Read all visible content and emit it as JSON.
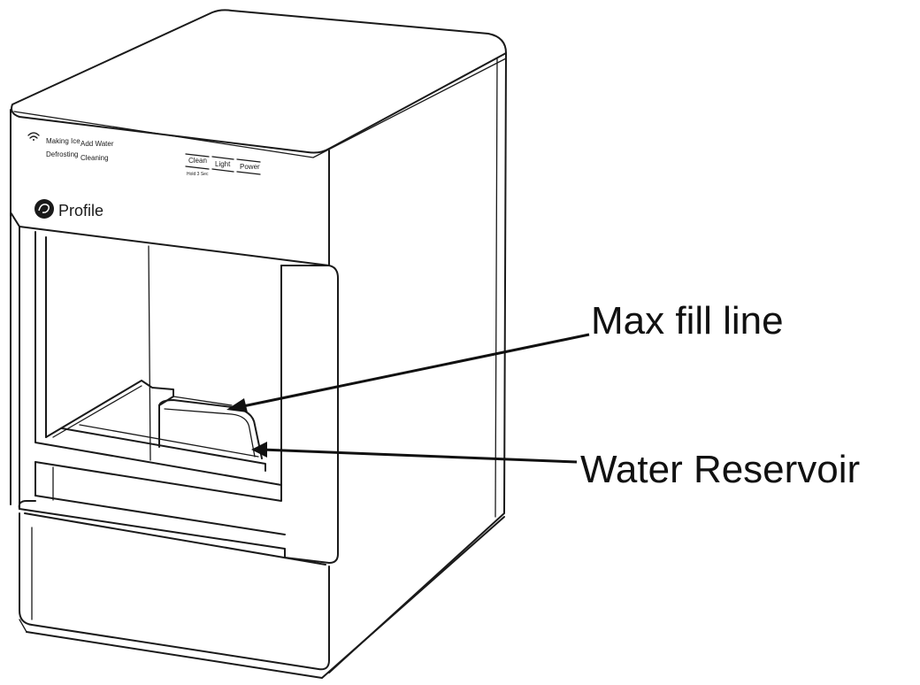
{
  "control_panel": {
    "status_labels": {
      "making_ice": "Making Ice",
      "add_water": "Add Water",
      "defrosting": "Defrosting",
      "cleaning": "Cleaning"
    },
    "buttons": {
      "clean": "Clean",
      "clean_sub": "Hold 3 Sec",
      "light": "Light",
      "power": "Power"
    },
    "wifi_icon": "wifi-icon"
  },
  "brand": {
    "logo": "ge-logo",
    "name": "Profile"
  },
  "callouts": {
    "max_fill_line": "Max fill line",
    "water_reservoir": "Water Reservoir"
  }
}
